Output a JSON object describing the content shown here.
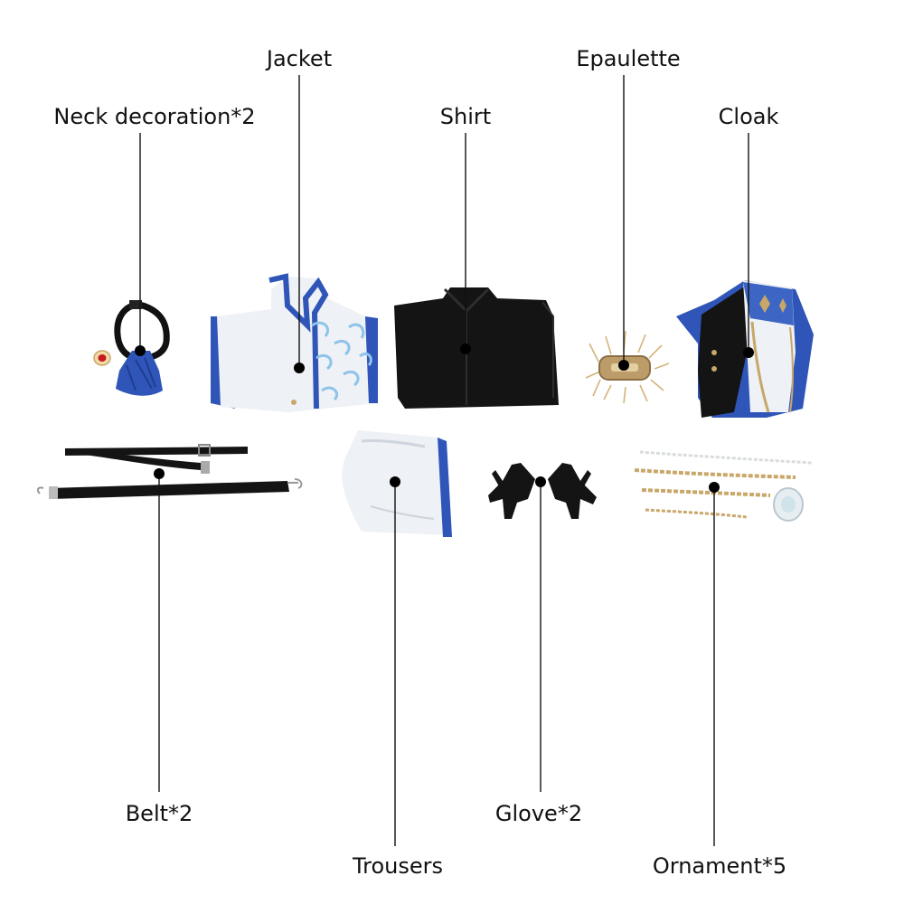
{
  "labels": {
    "jacket": "Jacket",
    "neck_decoration": "Neck decoration*2",
    "shirt": "Shirt",
    "epaulette": "Epaulette",
    "cloak": "Cloak",
    "belt": "Belt*2",
    "trousers": "Trousers",
    "glove": "Glove*2",
    "ornament": "Ornament*5"
  },
  "colors": {
    "royal_blue": "#2f55b8",
    "white_fabric": "#eef1f5",
    "pattern_blue": "#8ec3ea",
    "black_fabric": "#141414",
    "gold": "#c8a769"
  }
}
